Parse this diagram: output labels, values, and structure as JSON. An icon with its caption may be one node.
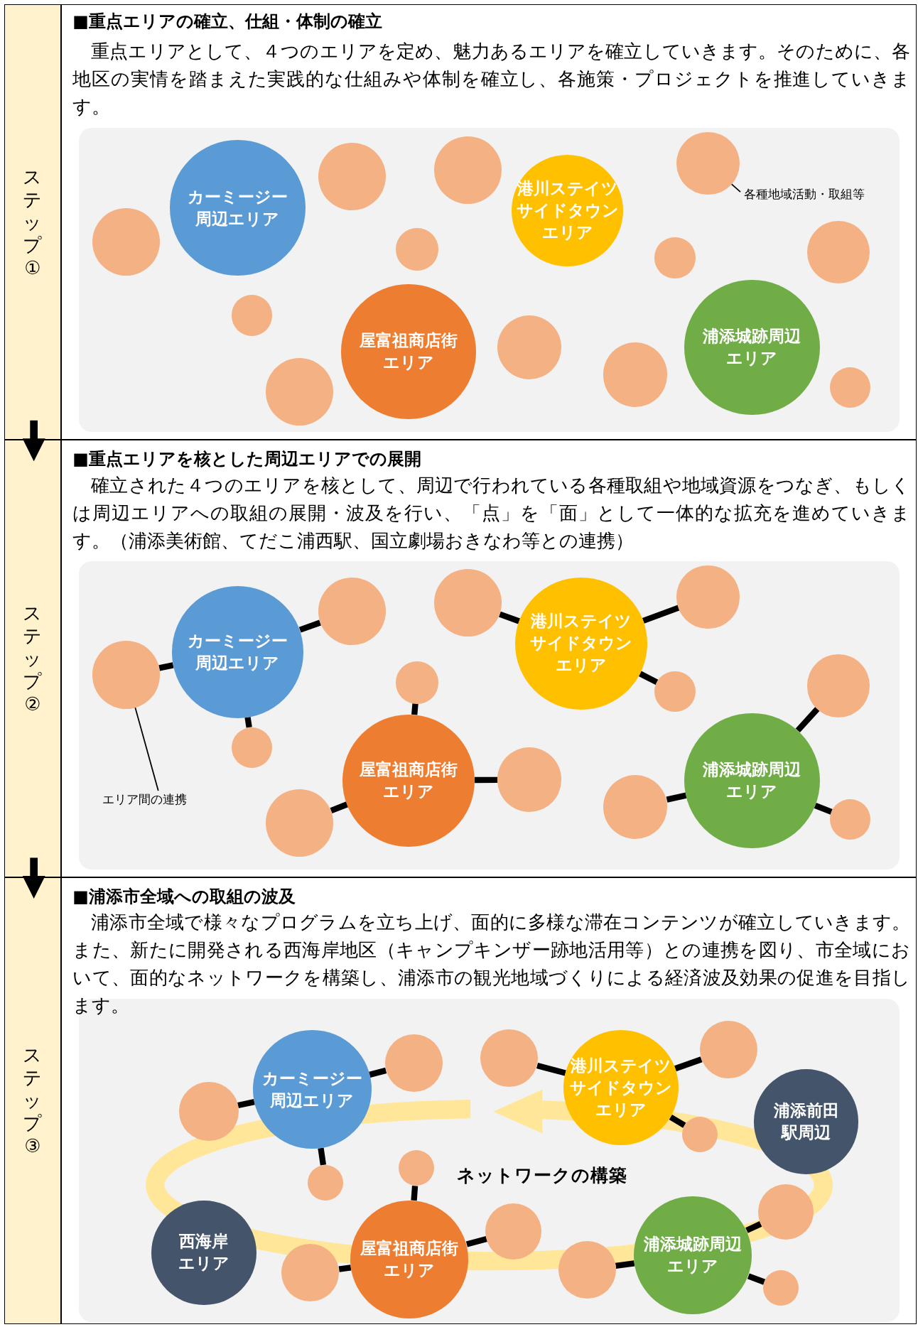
{
  "diagram": {
    "nodes": [
      {
        "text": [
          "ステップ①"
        ]
      },
      {
        "text": [
          "■重点エリアの確立、仕組・体制の確立",
          "重点エリアとして、４つのエリアを定め、魅力あるエリアを確立していきます。そのために、各地区の実情を踏まえた実践的な仕組みや体制を確立し、各施策・プロジェクトを推進していきます。"
        ]
      },
      {
        "text": [
          "カーミージー周辺エリア"
        ],
        "in": 1
      },
      {
        "text": [
          "港川ステイツサイドタウンエリア"
        ],
        "in": 1
      },
      {
        "text": [
          "屋富祖商店街エリア"
        ],
        "in": 1
      },
      {
        "text": [
          "浦添城跡周辺エリア"
        ],
        "in": 1
      },
      {
        "text": [],
        "shape": "circle",
        "in": 1
      },
      {
        "text": [],
        "shape": "circle",
        "in": 1
      },
      {
        "text": [],
        "shape": "circle",
        "in": 1
      },
      {
        "text": [],
        "shape": "circle",
        "in": 1
      },
      {
        "text": [],
        "shape": "circle",
        "in": 1
      },
      {
        "text": [],
        "shape": "circle",
        "in": 1
      },
      {
        "text": [],
        "shape": "circle",
        "in": 1
      },
      {
        "text": [],
        "shape": "circle",
        "in": 1
      },
      {
        "text": [],
        "shape": "circle",
        "in": 1
      },
      {
        "text": [],
        "shape": "circle",
        "in": 1
      },
      {
        "text": [],
        "shape": "circle",
        "in": 1
      },
      {
        "text": [],
        "shape": "circle",
        "in": 1
      },
      {
        "text": [
          "各種地域活動・取組等"
        ],
        "in": 1
      },
      {
        "text": [
          "ステップ②"
        ]
      },
      {
        "text": [
          "■重点エリアを核とした周辺エリアでの展開",
          "確立された４つのエリアを核として、周辺で行われている各種取組や地域資源をつなぎ、もしくは周辺エリアへの取組の展開・波及を行い、「点」を「面」として一体的な拡充を進めていきます。（浦添美術館、てだこ浦西駅、国立劇場おきなわ等との連携）"
        ]
      },
      {
        "text": [
          "カーミージー周辺エリア"
        ],
        "in": 20
      },
      {
        "text": [
          "港川ステイツサイドタウンエリア"
        ],
        "in": 20
      },
      {
        "text": [
          "屋富祖商店街エリア"
        ],
        "in": 20
      },
      {
        "text": [
          "浦添城跡周辺エリア"
        ],
        "in": 20
      },
      {
        "text": [],
        "shape": "circle",
        "in": 20
      },
      {
        "text": [],
        "shape": "circle",
        "in": 20
      },
      {
        "text": [],
        "shape": "circle",
        "in": 20
      },
      {
        "text": [],
        "shape": "circle",
        "in": 20
      },
      {
        "text": [],
        "shape": "circle",
        "in": 20
      },
      {
        "text": [],
        "shape": "circle",
        "in": 20
      },
      {
        "text": [],
        "shape": "circle",
        "in": 20
      },
      {
        "text": [],
        "shape": "circle",
        "in": 20
      },
      {
        "text": [],
        "shape": "circle",
        "in": 20
      },
      {
        "text": [],
        "shape": "circle",
        "in": 20
      },
      {
        "text": [],
        "shape": "circle",
        "in": 20
      },
      {
        "text": [],
        "shape": "circle",
        "in": 20
      },
      {
        "text": [
          "エリア間の連携"
        ],
        "in": 20
      },
      {
        "text": [
          "ステップ③"
        ]
      },
      {
        "text": [
          "■浦添市全域への取組の波及",
          "浦添市全域で様々なプログラムを立ち上げ、面的に多様な滞在コンテンツが確立していきます。また、新たに開発される西海岸地区（キャンプキンザー跡地活用等）との連携を図り、市全域において、面的なネットワークを構築し、浦添市の観光地域づくりによる経済波及効果の促進を目指します。"
        ]
      },
      {
        "text": [
          "カーミージー周辺エリア"
        ],
        "in": 39
      },
      {
        "text": [
          "港川ステイツサイドタウンエリア"
        ],
        "in": 39
      },
      {
        "text": [
          "浦添前田駅周辺"
        ],
        "in": 39
      },
      {
        "text": [
          "西海岸エリア"
        ],
        "in": 39
      },
      {
        "text": [
          "屋富祖商店街エリア"
        ],
        "in": 39
      },
      {
        "text": [
          "浦添城跡周辺エリア"
        ],
        "in": 39
      },
      {
        "text": [],
        "shape": "circle",
        "in": 39
      },
      {
        "text": [],
        "shape": "circle",
        "in": 39
      },
      {
        "text": [],
        "shape": "circle",
        "in": 39
      },
      {
        "text": [],
        "shape": "circle",
        "in": 39
      },
      {
        "text": [],
        "shape": "circle",
        "in": 39
      },
      {
        "text": [],
        "shape": "circle",
        "in": 39
      },
      {
        "text": [],
        "shape": "circle",
        "in": 39
      },
      {
        "text": [],
        "shape": "circle",
        "in": 39
      },
      {
        "text": [],
        "shape": "circle",
        "in": 39
      },
      {
        "text": [],
        "shape": "circle",
        "in": 39
      },
      {
        "text": [],
        "shape": "circle",
        "in": 39
      },
      {
        "text": [],
        "shape": "circle",
        "in": 39
      }
    ],
    "edges": [
      {
        "from": 0,
        "to": 19,
        "arrow": "to"
      },
      {
        "from": 19,
        "to": 38,
        "arrow": "to"
      },
      {
        "from": 18,
        "to": 9,
        "arrow": "none"
      },
      {
        "from": 21,
        "to": 25,
        "arrow": "none"
      },
      {
        "from": 21,
        "to": 26,
        "arrow": "none"
      },
      {
        "from": 21,
        "to": 32,
        "arrow": "none"
      },
      {
        "from": 23,
        "to": 29,
        "arrow": "none"
      },
      {
        "from": 23,
        "to": 33,
        "arrow": "none"
      },
      {
        "from": 23,
        "to": 35,
        "arrow": "none"
      },
      {
        "from": 22,
        "to": 27,
        "arrow": "none"
      },
      {
        "from": 22,
        "to": 28,
        "arrow": "none"
      },
      {
        "from": 22,
        "to": 30,
        "arrow": "none"
      },
      {
        "from": 24,
        "to": 31,
        "arrow": "none"
      },
      {
        "from": 24,
        "to": 34,
        "arrow": "none"
      },
      {
        "from": 24,
        "to": 36,
        "arrow": "none"
      },
      {
        "from": 37,
        "to": 25,
        "arrow": "none"
      },
      {
        "from": 40,
        "to": 46,
        "arrow": "none"
      },
      {
        "from": 40,
        "to": 47,
        "arrow": "none"
      },
      {
        "from": 40,
        "to": 50,
        "arrow": "none"
      },
      {
        "from": 41,
        "to": 48,
        "arrow": "none"
      },
      {
        "from": 41,
        "to": 49,
        "arrow": "none"
      },
      {
        "from": 41,
        "to": 52,
        "arrow": "none"
      },
      {
        "from": 44,
        "to": 51,
        "arrow": "none"
      },
      {
        "from": 44,
        "to": 54,
        "arrow": "none"
      },
      {
        "from": 44,
        "to": 55,
        "arrow": "none"
      },
      {
        "from": 45,
        "to": 56,
        "arrow": "none"
      },
      {
        "from": 45,
        "to": 53,
        "arrow": "none"
      },
      {
        "from": 45,
        "to": 57,
        "arrow": "none"
      }
    ],
    "labels": [
      "ネットワークの構築"
    ]
  }
}
